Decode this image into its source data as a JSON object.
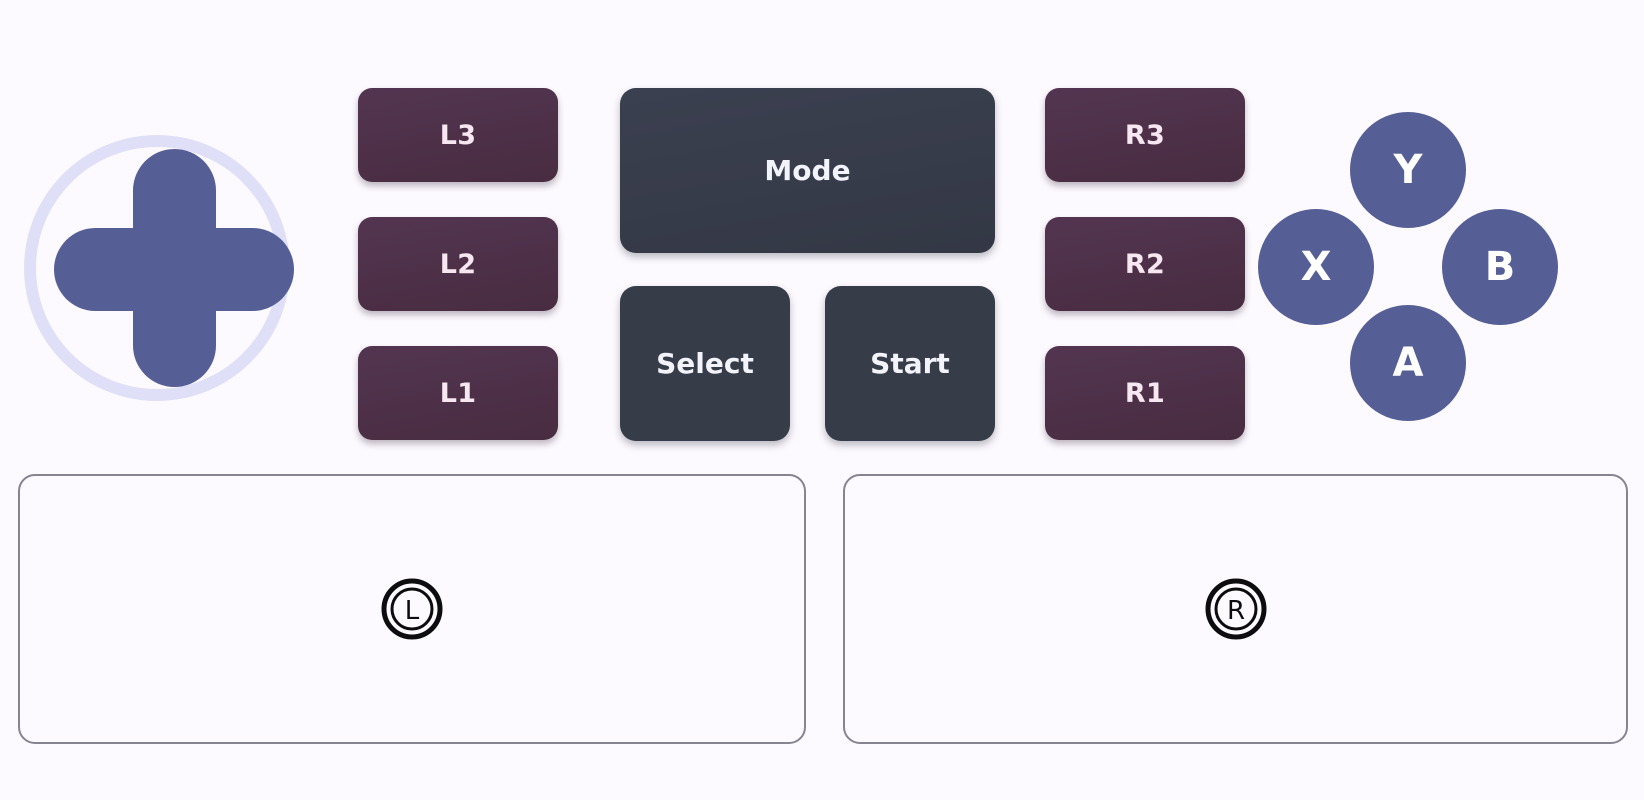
{
  "device": {
    "name": "gamepad-controller",
    "background_color": "#fdfaff"
  },
  "dpad": {
    "name": "D-Pad",
    "cross_color": "#555f96",
    "ring_color": "#dfe0f7"
  },
  "left_triggers": {
    "color": "#4e3149",
    "text_color": "#f7e7f1",
    "buttons": [
      {
        "label": "L3"
      },
      {
        "label": "L2"
      },
      {
        "label": "L1"
      }
    ]
  },
  "right_triggers": {
    "color": "#4e3149",
    "text_color": "#f7e7f1",
    "buttons": [
      {
        "label": "R3"
      },
      {
        "label": "R2"
      },
      {
        "label": "R1"
      }
    ]
  },
  "center": {
    "color": "#373c49",
    "text_color": "#f2f3fb",
    "mode": {
      "label": "Mode"
    },
    "select": {
      "label": "Select"
    },
    "start": {
      "label": "Start"
    }
  },
  "face_buttons": {
    "color": "#555f96",
    "text_color": "#ffffff",
    "buttons": [
      {
        "label": "Y",
        "position": "top"
      },
      {
        "label": "X",
        "position": "left"
      },
      {
        "label": "B",
        "position": "right"
      },
      {
        "label": "A",
        "position": "bottom"
      }
    ]
  },
  "trackpads": {
    "border_color": "#868490",
    "left": {
      "glyph": "circled-L",
      "letter": "L"
    },
    "right": {
      "glyph": "circled-R",
      "letter": "R"
    }
  }
}
